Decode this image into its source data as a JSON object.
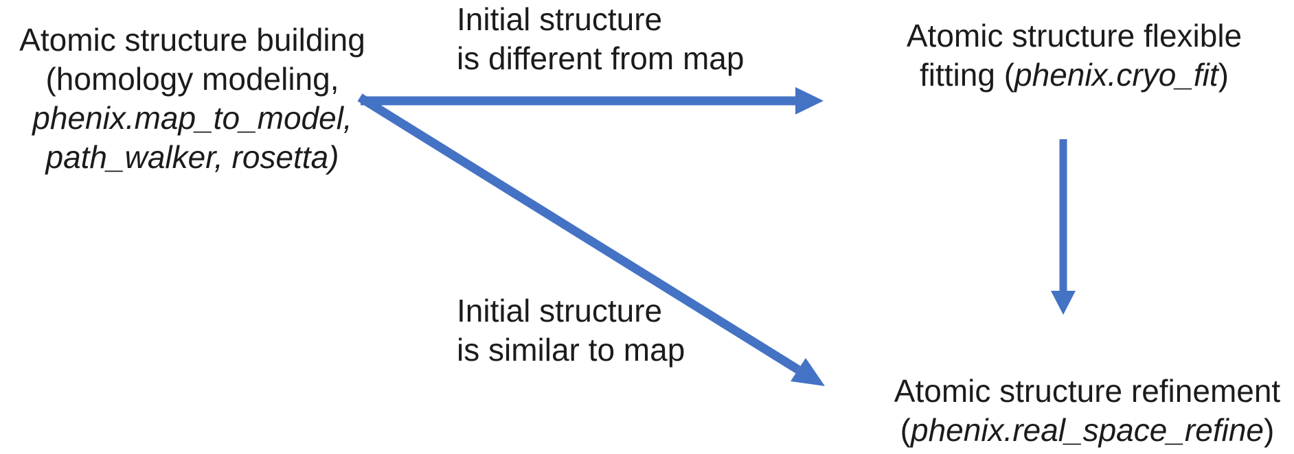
{
  "colors": {
    "arrow_blue": "#4472C4",
    "text": "#1b1b1b",
    "background": "#ffffff"
  },
  "nodes": {
    "building": {
      "line1": "Atomic structure building",
      "line2": "(homology modeling,",
      "line3": "phenix.map_to_model,",
      "line4": "path_walker, rosetta)"
    },
    "flexible_fitting": {
      "line1": "Atomic structure flexible",
      "line2_pre": "fitting (",
      "line2_italic": "phenix.cryo_fit",
      "line2_post": ")"
    },
    "refinement": {
      "line1": "Atomic structure refinement",
      "line2_pre": "(",
      "line2_italic": "phenix.real_space_refine",
      "line2_post": ")"
    }
  },
  "edge_labels": {
    "different": {
      "line1": "Initial structure",
      "line2": "is different from map"
    },
    "similar": {
      "line1": "Initial structure",
      "line2": "is similar to map"
    }
  }
}
